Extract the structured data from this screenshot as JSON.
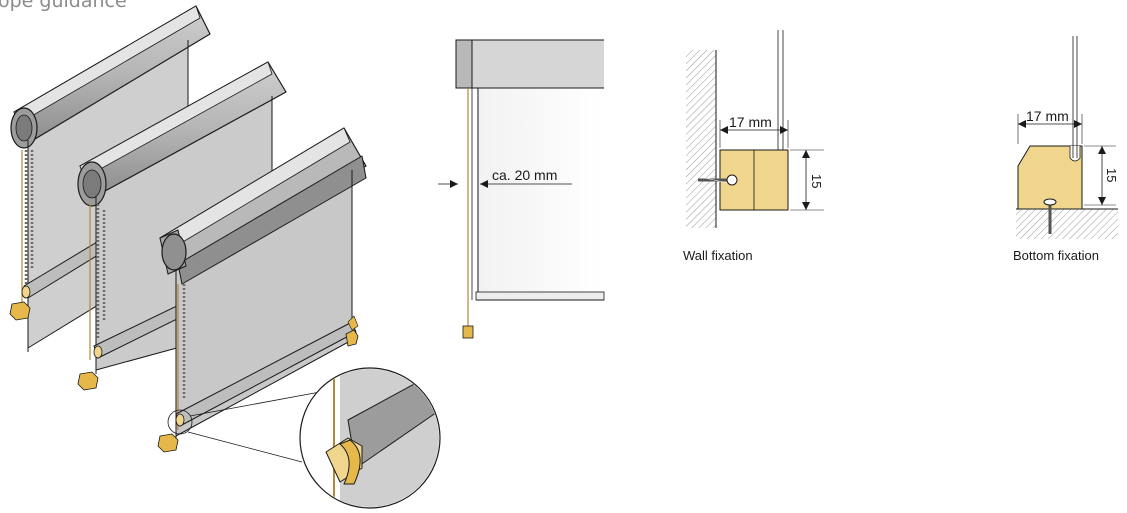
{
  "header": {
    "title": "ope guidance"
  },
  "side_view": {
    "distance_label": "ca. 20 mm"
  },
  "wall_fixation": {
    "width_label": "17 mm",
    "height_label": "15",
    "caption": "Wall fixation"
  },
  "bottom_fixation": {
    "width_label": "17 mm",
    "height_label": "15",
    "caption": "Bottom fixation"
  },
  "colors": {
    "fabric": "#c8c8c8",
    "cassette": "#a9a9a9",
    "wood": "#f0d58c",
    "outline": "#1a1a1a"
  }
}
